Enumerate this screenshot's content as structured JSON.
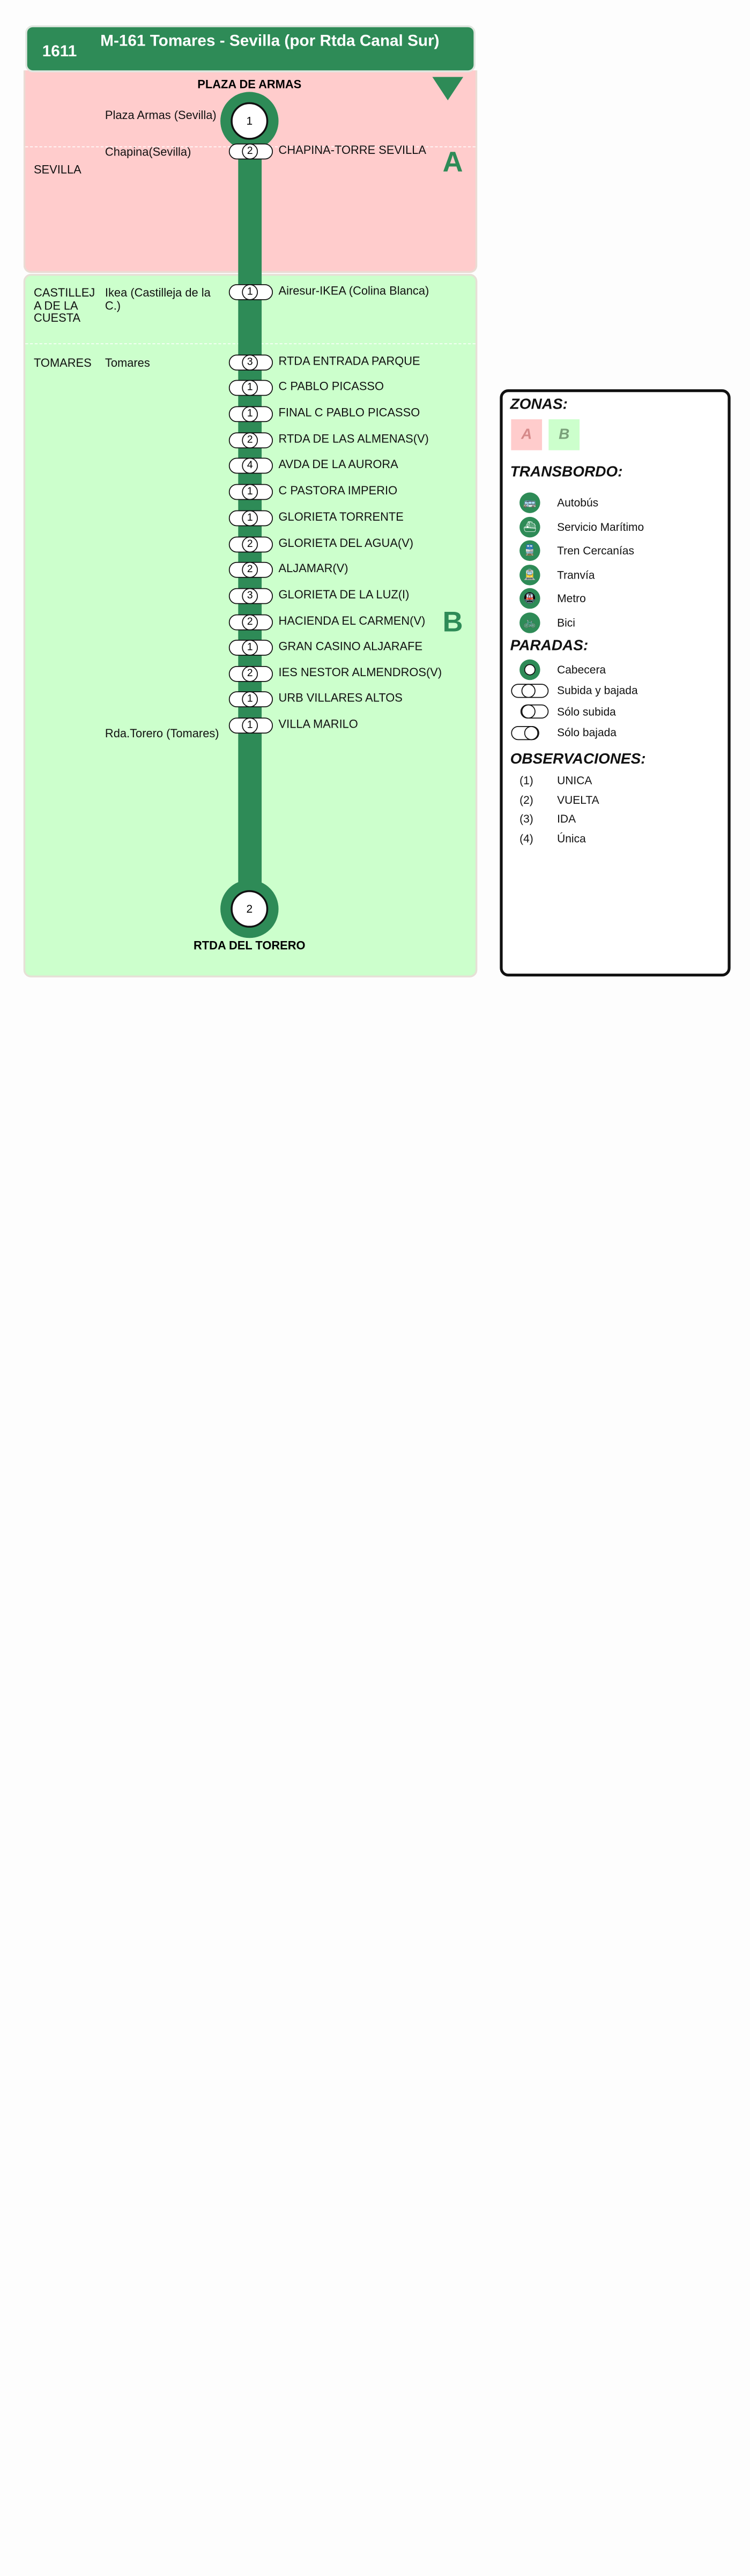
{
  "header": {
    "line_number": "1611",
    "title": "M-161 Tomares - Sevilla (por Rtda Canal Sur)"
  },
  "terminals": {
    "start": {
      "name": "PLAZA DE ARMAS",
      "number": "1"
    },
    "end": {
      "name": "RTDA  DEL TORERO",
      "number": "2"
    }
  },
  "zones": {
    "A": "A",
    "B": "B"
  },
  "municipalities": [
    {
      "name": "SEVILLA"
    },
    {
      "name": "CASTILLEJ A DE LA CUESTA"
    },
    {
      "name": "TOMARES"
    }
  ],
  "localities": [
    {
      "name": "Plaza Armas (Sevilla)"
    },
    {
      "name": "Chapina(Sevilla)"
    },
    {
      "name": "Ikea (Castilleja de la C.)"
    },
    {
      "name": "Tomares"
    },
    {
      "name": "Rda.Torero (Tomares)"
    }
  ],
  "stops": [
    {
      "name": "CHAPINA-TORRE SEVILLA",
      "obs": "2"
    },
    {
      "name": "Airesur-IKEA (Colina Blanca)",
      "obs": "1"
    },
    {
      "name": "RTDA  ENTRADA  PARQUE",
      "obs": "3"
    },
    {
      "name": "C  PABLO PICASSO",
      "obs": "1"
    },
    {
      "name": "FINAL C  PABLO PICASSO",
      "obs": "1"
    },
    {
      "name": "RTDA  DE LAS ALMENAS(V)",
      "obs": "2"
    },
    {
      "name": "AVDA DE LA AURORA",
      "obs": "4"
    },
    {
      "name": "C  PASTORA IMPERIO",
      "obs": "1"
    },
    {
      "name": "GLORIETA TORRENTE",
      "obs": "1"
    },
    {
      "name": "GLORIETA DEL AGUA(V)",
      "obs": "2"
    },
    {
      "name": "ALJAMAR(V)",
      "obs": "2"
    },
    {
      "name": "GLORIETA DE LA LUZ(I)",
      "obs": "3"
    },
    {
      "name": "HACIENDA EL CARMEN(V)",
      "obs": "2"
    },
    {
      "name": "GRAN CASINO ALJARAFE",
      "obs": "1"
    },
    {
      "name": "IES  NESTOR ALMENDROS(V)",
      "obs": "2"
    },
    {
      "name": "URB  VILLARES ALTOS",
      "obs": "1"
    },
    {
      "name": "VILLA MARILO",
      "obs": "1"
    }
  ],
  "legend": {
    "zonas_title": "ZONAS:",
    "zone_a": "A",
    "zone_b": "B",
    "transbordo_title": "TRANSBORDO:",
    "transbordo": [
      {
        "label": "Autobús",
        "icon": "bus-icon"
      },
      {
        "label": "Servicio Marítimo",
        "icon": "ship-icon"
      },
      {
        "label": "Tren Cercanías",
        "icon": "train-icon"
      },
      {
        "label": "Tranvía",
        "icon": "tram-icon"
      },
      {
        "label": "Metro",
        "icon": "metro-icon"
      },
      {
        "label": "Bici",
        "icon": "bike-icon"
      }
    ],
    "paradas_title": "PARADAS:",
    "paradas": [
      {
        "label": "Cabecera"
      },
      {
        "label": "Subida y bajada"
      },
      {
        "label": "Sólo subida"
      },
      {
        "label": "Sólo bajada"
      }
    ],
    "observaciones_title": "OBSERVACIONES:",
    "observaciones": [
      {
        "num": "(1)",
        "label": "UNICA"
      },
      {
        "num": "(2)",
        "label": "VUELTA"
      },
      {
        "num": "(3)",
        "label": "IDA"
      },
      {
        "num": "(4)",
        "label": "Única"
      }
    ]
  },
  "colors": {
    "route": "#2e8b57",
    "zone_a": "#ffcccc",
    "zone_b": "#ccffcc"
  }
}
